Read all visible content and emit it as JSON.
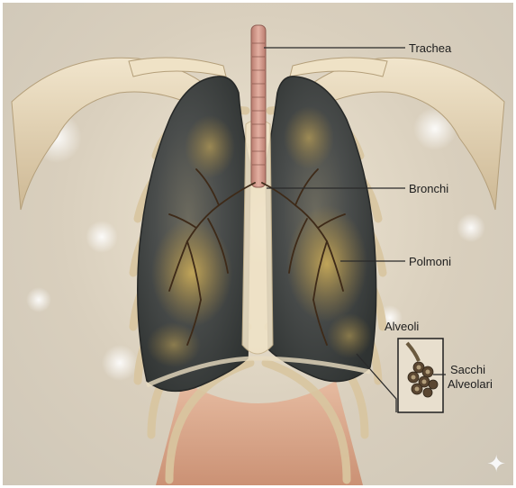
{
  "labels": {
    "trachea": "Trachea",
    "bronchi": "Bronchi",
    "lungs": "Polmoni",
    "alveoli": "Alveoli",
    "alveolar_sacs_line1": "Sacchi",
    "alveolar_sacs_line2": "Alveolari"
  },
  "icons": {
    "corner_mark": "sparkle-icon"
  },
  "colors": {
    "background": "#d9cfbd",
    "bone": "#e6d9bf",
    "lung_dark": "#4b4d4c",
    "lung_tar": "#b79a4a",
    "trachea": "#c98f82",
    "leader_line": "#2a2a2a"
  }
}
